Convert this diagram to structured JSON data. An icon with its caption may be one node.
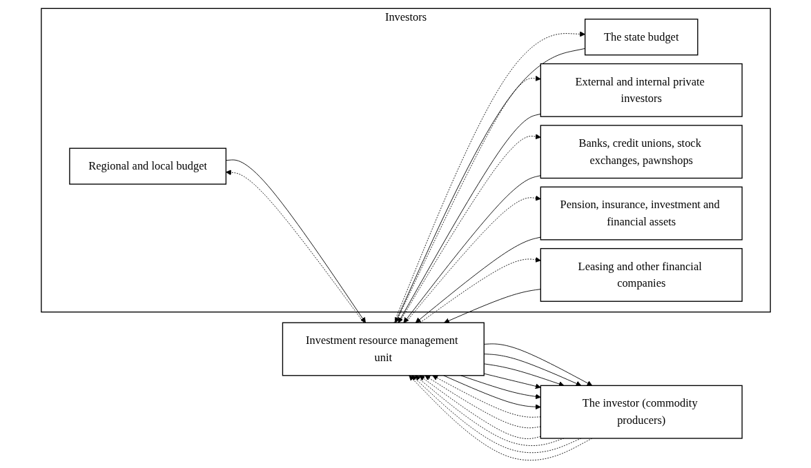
{
  "diagram": {
    "nodes": [
      {
        "text": [
          "Investors"
        ]
      },
      {
        "text": [
          "Regional and local budget"
        ],
        "in": 0
      },
      {
        "text": [
          "The state budget"
        ],
        "in": 0
      },
      {
        "text": [
          "External and internal private investors"
        ],
        "in": 0
      },
      {
        "text": [
          "Banks, credit unions, stock exchanges, pawnshops"
        ],
        "in": 0
      },
      {
        "text": [
          "Pension, insurance, investment and financial assets"
        ],
        "in": 0
      },
      {
        "text": [
          "Leasing and other financial companies"
        ],
        "in": 0
      },
      {
        "text": [
          "Investment resource management unit"
        ]
      },
      {
        "text": [
          "The investor (commodity producers)"
        ]
      }
    ],
    "edges": [
      {
        "from": 1,
        "to": 7,
        "arrow": "to"
      },
      {
        "from": 7,
        "to": 1,
        "arrow": "to",
        "style": "dashed"
      },
      {
        "from": 2,
        "to": 7,
        "arrow": "to"
      },
      {
        "from": 7,
        "to": 2,
        "arrow": "to",
        "style": "dashed"
      },
      {
        "from": 3,
        "to": 7,
        "arrow": "to"
      },
      {
        "from": 7,
        "to": 3,
        "arrow": "to",
        "style": "dashed"
      },
      {
        "from": 4,
        "to": 7,
        "arrow": "to"
      },
      {
        "from": 7,
        "to": 4,
        "arrow": "to",
        "style": "dashed"
      },
      {
        "from": 5,
        "to": 7,
        "arrow": "to"
      },
      {
        "from": 7,
        "to": 5,
        "arrow": "to",
        "style": "dashed"
      },
      {
        "from": 6,
        "to": 7,
        "arrow": "to"
      },
      {
        "from": 7,
        "to": 6,
        "arrow": "to",
        "style": "dashed"
      },
      {
        "from": 7,
        "to": 8,
        "arrow": "to"
      },
      {
        "from": 8,
        "to": 7,
        "arrow": "to",
        "style": "dashed"
      },
      {
        "from": 7,
        "to": 8,
        "arrow": "to"
      },
      {
        "from": 8,
        "to": 7,
        "arrow": "to",
        "style": "dashed"
      },
      {
        "from": 7,
        "to": 8,
        "arrow": "to"
      },
      {
        "from": 8,
        "to": 7,
        "arrow": "to",
        "style": "dashed"
      },
      {
        "from": 7,
        "to": 8,
        "arrow": "to"
      },
      {
        "from": 8,
        "to": 7,
        "arrow": "to",
        "style": "dashed"
      },
      {
        "from": 7,
        "to": 8,
        "arrow": "to"
      },
      {
        "from": 8,
        "to": 7,
        "arrow": "to",
        "style": "dashed"
      },
      {
        "from": 7,
        "to": 8,
        "arrow": "to"
      },
      {
        "from": 8,
        "to": 7,
        "arrow": "to",
        "style": "dashed"
      }
    ]
  }
}
